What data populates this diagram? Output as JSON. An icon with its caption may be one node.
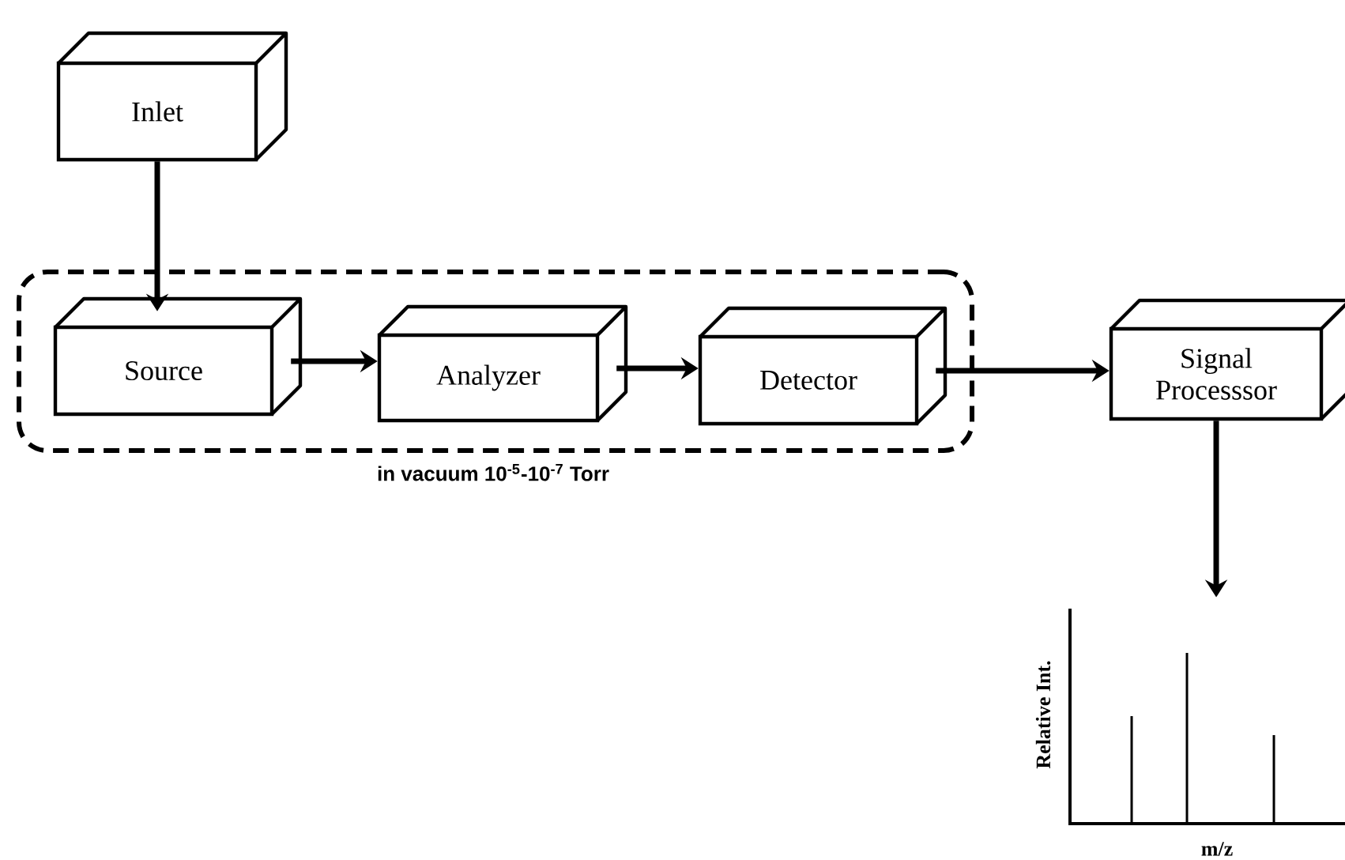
{
  "diagram": {
    "nodes": [
      {
        "text": [
          "Inlet"
        ]
      },
      {
        "text": [
          "in vacuum 10$^{-5}$-10$^{-7}$ Torr"
        ]
      },
      {
        "text": [
          "Source"
        ],
        "in": 1
      },
      {
        "text": [
          "Analyzer"
        ],
        "in": 1
      },
      {
        "text": [
          "Detector"
        ],
        "in": 1
      },
      {
        "text": [
          "Signal Processsor"
        ]
      },
      {
        "text": [],
        "shape": "picture"
      }
    ],
    "edges": [
      {
        "from": 0,
        "to": 2,
        "arrow": "to"
      },
      {
        "from": 2,
        "to": 3,
        "arrow": "to"
      },
      {
        "from": 3,
        "to": 4,
        "arrow": "to"
      },
      {
        "from": 4,
        "to": 5,
        "arrow": "to"
      },
      {
        "from": 5,
        "to": 6,
        "arrow": "to"
      }
    ],
    "labels": [
      "Relative Int.",
      "m/z"
    ]
  }
}
